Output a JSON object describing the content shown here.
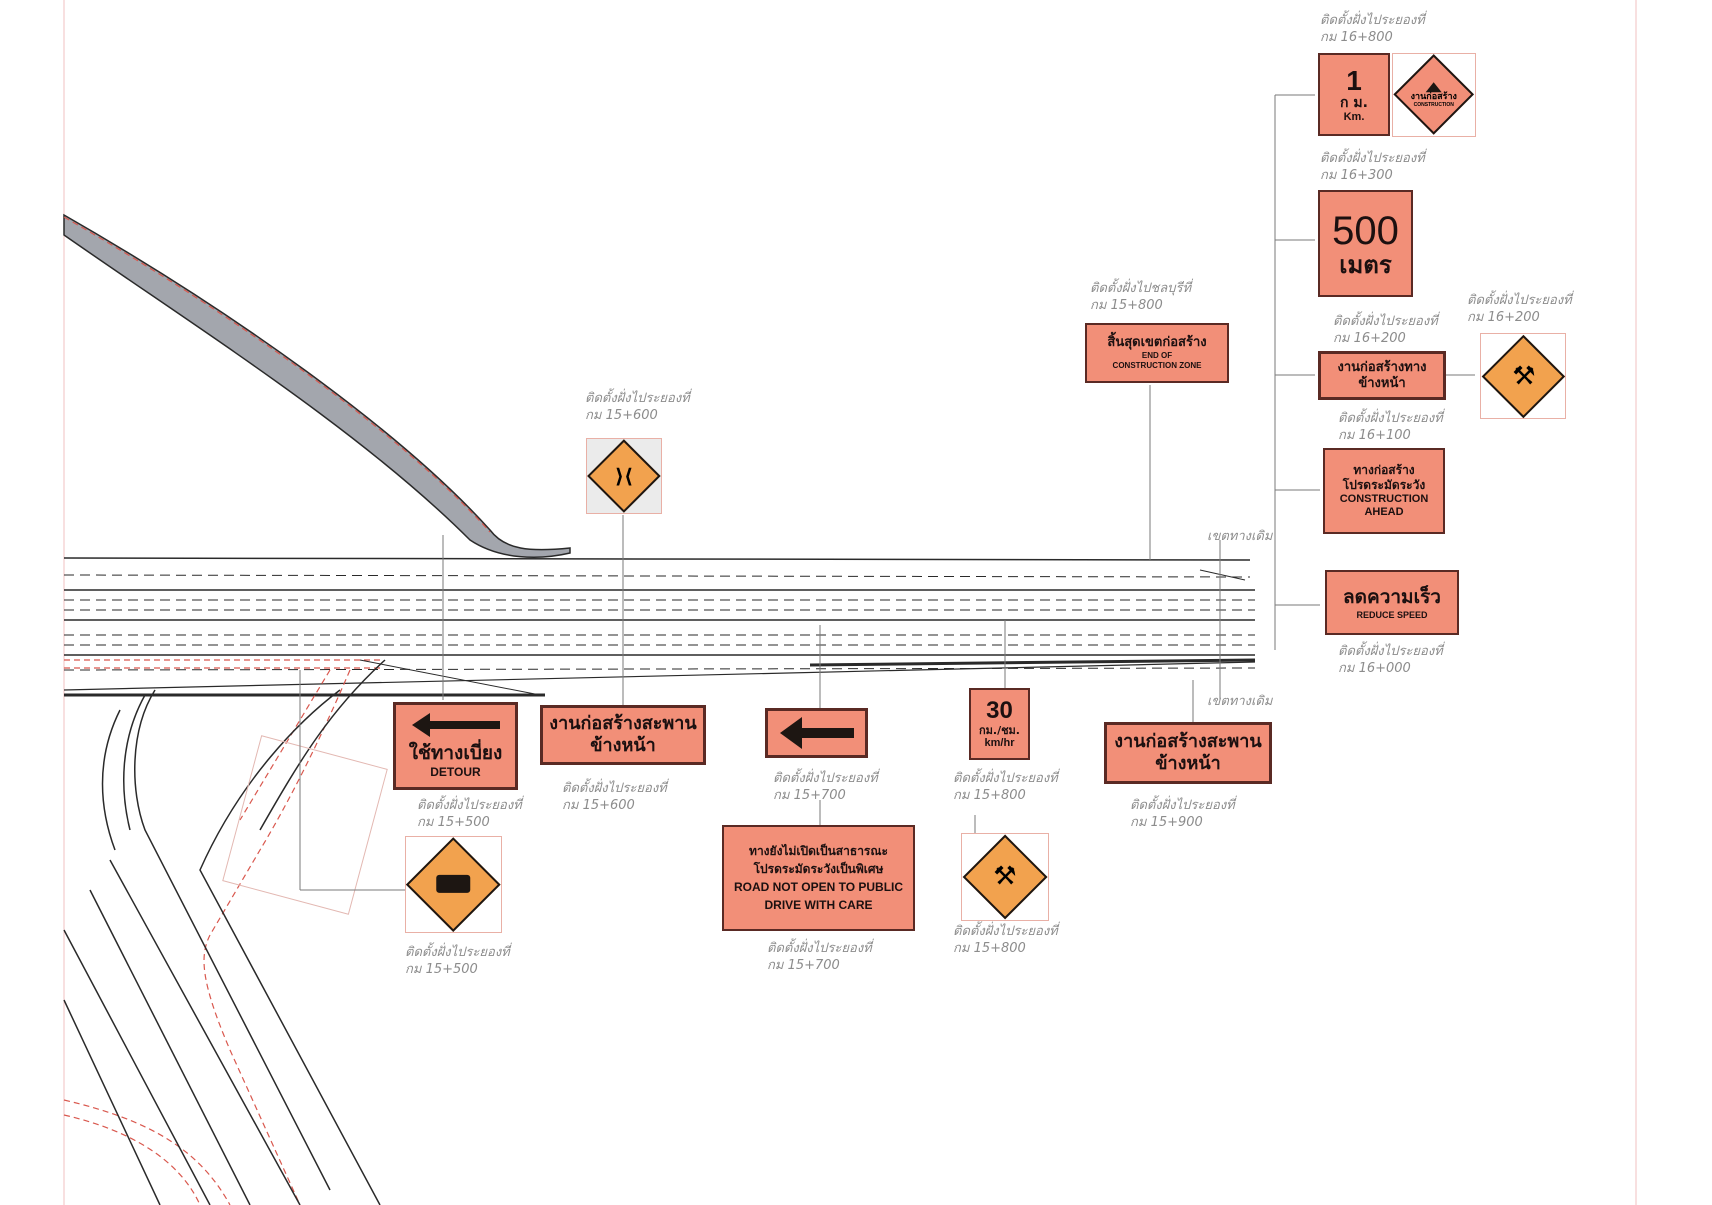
{
  "labels": {
    "l_16800": {
      "line1": "ติดตั้งฝั่งไประยองที่",
      "line2": "กม 16+800"
    },
    "l_16300": {
      "line1": "ติดตั้งฝั่งไประยองที่",
      "line2": "กม 16+300"
    },
    "l_15800_top": {
      "line1": "ติดตั้งฝั่งไปชลบุรีที่",
      "line2": "กม 15+800"
    },
    "l_16200a": {
      "line1": "ติดตั้งฝั่งไประยองที่",
      "line2": "กม 16+200"
    },
    "l_16200b": {
      "line1": "ติดตั้งฝั่งไประยองที่",
      "line2": "กม 16+200"
    },
    "l_16100": {
      "line1": "ติดตั้งฝั่งไประยองที่",
      "line2": "กม 16+100"
    },
    "l_16000": {
      "line1": "ติดตั้งฝั่งไประยองที่",
      "line2": "กม 16+000"
    },
    "l_15600_top": {
      "line1": "ติดตั้งฝั่งไประยองที่",
      "line2": "กม 15+600"
    },
    "l_15500a": {
      "line1": "ติดตั้งฝั่งไประยองที่",
      "line2": "กม 15+500"
    },
    "l_15600b": {
      "line1": "ติดตั้งฝั่งไประยองที่",
      "line2": "กม 15+600"
    },
    "l_15700a": {
      "line1": "ติดตั้งฝั่งไประยองที่",
      "line2": "กม 15+700"
    },
    "l_15800a": {
      "line1": "ติดตั้งฝั่งไประยองที่",
      "line2": "กม 15+800"
    },
    "l_15900": {
      "line1": "ติดตั้งฝั่งไประยองที่",
      "line2": "กม 15+900"
    },
    "l_15500b": {
      "line1": "ติดตั้งฝั่งไประยองที่",
      "line2": "กม 15+500"
    },
    "l_15700b": {
      "line1": "ติดตั้งฝั่งไประยองที่",
      "line2": "กม 15+700"
    },
    "l_15800b": {
      "line1": "ติดตั้งฝั่งไประยองที่",
      "line2": "กม 15+800"
    }
  },
  "road_labels": {
    "boundary_top": "เขตทางเดิม",
    "boundary_bottom": "เขตทางเดิม"
  },
  "signs": {
    "one_km": {
      "number": "1",
      "unit_th": "ก ม.",
      "unit_en": "Km."
    },
    "construction_diamond": {
      "text": "งานก่อสร้าง",
      "sub": "CONSTRUCTION"
    },
    "five_hundred": {
      "number": "500",
      "unit": "เมตร"
    },
    "end_zone": {
      "th": "สิ้นสุดเขตก่อสร้าง",
      "en1": "END OF",
      "en2": "CONSTRUCTION ZONE"
    },
    "works_ahead": {
      "th1": "งานก่อสร้างทาง",
      "th2": "ข้างหน้า"
    },
    "construction_ahead": {
      "th1": "ทางก่อสร้าง",
      "th2": "โปรดระมัดระวัง",
      "en1": "CONSTRUCTION",
      "en2": "AHEAD"
    },
    "reduce_speed": {
      "th": "ลดความเร็ว",
      "en": "REDUCE SPEED"
    },
    "detour": {
      "th": "ใช้ทางเบี่ยง",
      "en": "DETOUR"
    },
    "bridge_ahead_a": {
      "th1": "งานก่อสร้างสะพาน",
      "th2": "ข้างหน้า"
    },
    "bridge_ahead_b": {
      "th1": "งานก่อสร้างสะพาน",
      "th2": "ข้างหน้า"
    },
    "speed_limit": {
      "number": "30",
      "unit_th": "กม./ชม.",
      "unit_en": "km/hr"
    },
    "not_open": {
      "th1": "ทางยังไม่เปิดเป็นสาธารณะ",
      "th2": "โปรดระมัดระวังเป็นพิเศษ",
      "en1": "ROAD NOT OPEN TO PUBLIC",
      "en2": "DRIVE WITH CARE"
    }
  },
  "colors": {
    "sign_fill": "#f28f78",
    "sign_border": "#5a2a24",
    "diamond_fill": "#f2a24e",
    "road_line": "#2a2a2a",
    "ramp_fill": "#a3a6ad",
    "red_dashed": "#d9584e",
    "label_grey": "#8c8c8c"
  }
}
